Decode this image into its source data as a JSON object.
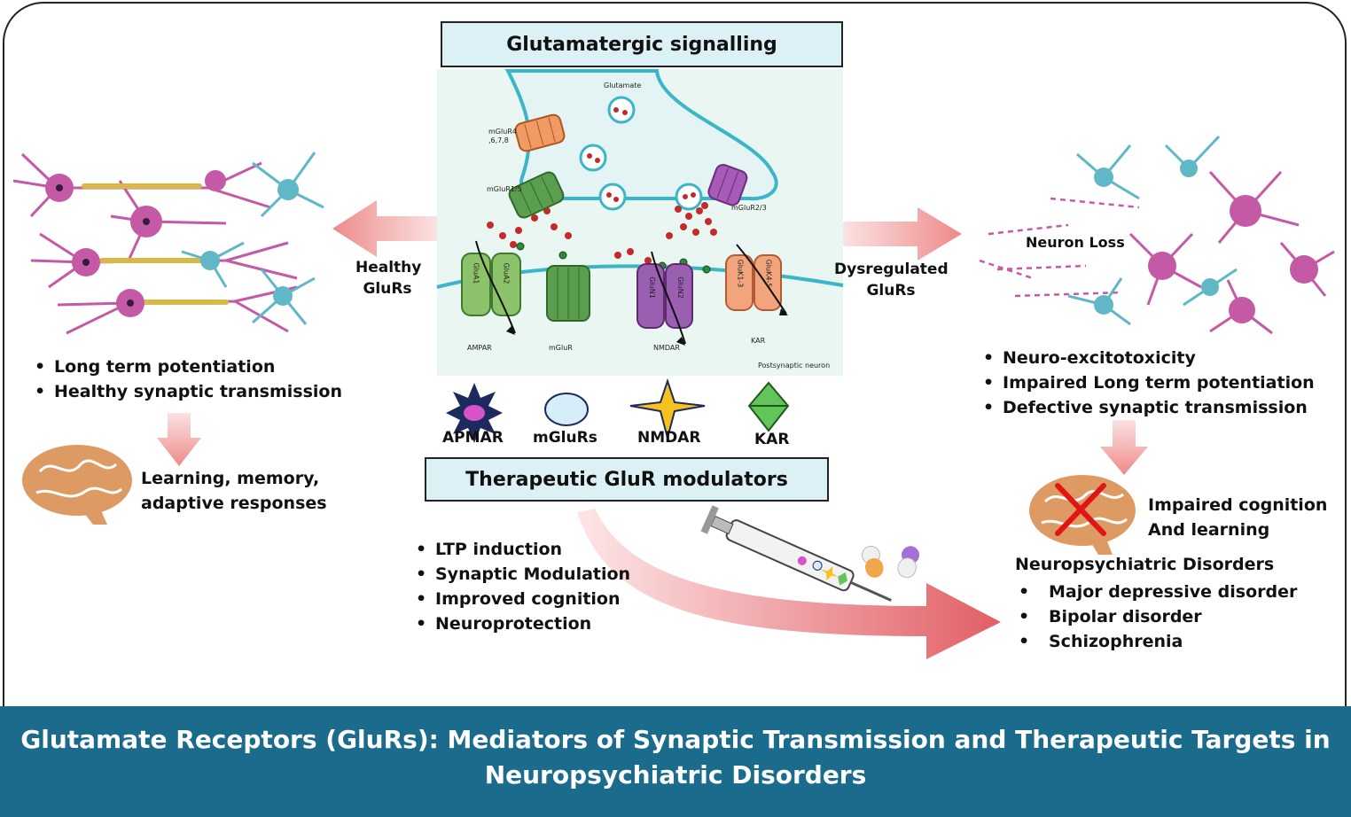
{
  "top_title": "Glutamatergic signalling",
  "synapse_labels": {
    "glutamate": "Glutamate",
    "mglur4": "mGluR4",
    "mglur4b": ",6,7,8",
    "mglur15": "mGluR1/5",
    "mglur23": "mGluR2/3",
    "glua1": "GluA1",
    "glua2": "GluA2",
    "glun1": "GluN1",
    "glun2": "GluN2",
    "gluk13": "GluK1-3",
    "gluk45": "GluK4-5",
    "ampar": "AMPAR",
    "mglur": "mGluR",
    "nmdar": "NMDAR",
    "kar": "KAR",
    "postsynaptic": "Postsynaptic neuron"
  },
  "left": {
    "arrow_label_1": "Healthy",
    "arrow_label_2": "GluRs",
    "bullets": [
      "Long term potentiation",
      "Healthy synaptic transmission"
    ],
    "outcome_1": "Learning, memory,",
    "outcome_2": "adaptive responses"
  },
  "right": {
    "arrow_label_1": "Dysregulated",
    "arrow_label_2": "GluRs",
    "neuron_loss": "Neuron Loss",
    "bullets": [
      "Neuro-excitotoxicity",
      "Impaired Long term potentiation",
      "Defective synaptic transmission"
    ],
    "outcome_1": "Impaired cognition",
    "outcome_2": "And learning",
    "disorders_title": "Neuropsychiatric Disorders",
    "disorders": [
      "Major depressive disorder",
      "Bipolar disorder",
      "Schizophrenia"
    ]
  },
  "legend": [
    {
      "label": "APMAR",
      "icon": "purple-star-icon"
    },
    {
      "label": "mGluRs",
      "icon": "light-blue-oval-icon"
    },
    {
      "label": "NMDAR",
      "icon": "yellow-four-point-star-icon"
    },
    {
      "label": "KAR",
      "icon": "green-diamond-icon"
    }
  ],
  "modulators": {
    "title": "Therapeutic GluR modulators",
    "bullets": [
      "LTP induction",
      "Synaptic Modulation",
      "Improved cognition",
      "Neuroprotection"
    ]
  },
  "banner": {
    "line1": "Glutamate Receptors (GluRs): Mediators of Synaptic Transmission and Therapeutic Targets in",
    "line2": "Neuropsychiatric Disorders"
  },
  "colors": {
    "banner": "#1a6b8c",
    "title_box": "#dcf1f6",
    "arrow": "#ee8e8e",
    "neuron_pink": "#c45aa6",
    "neuron_blue": "#5fb7c7",
    "membrane": "#3bb5c8"
  }
}
